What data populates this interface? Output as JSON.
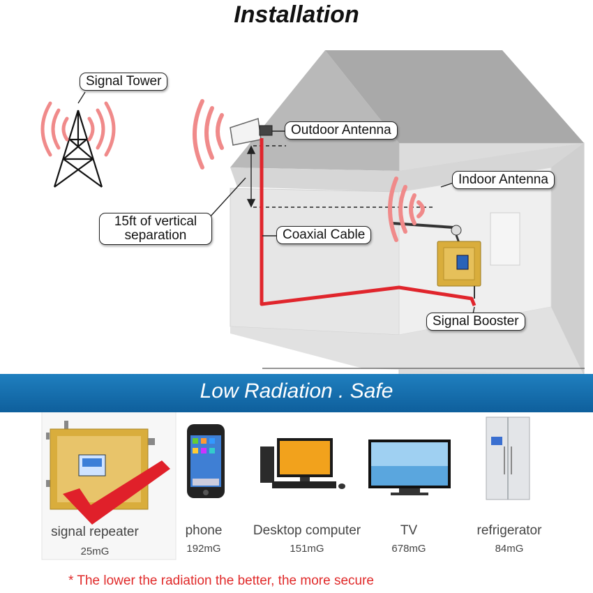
{
  "title": "Installation",
  "callouts": {
    "signal_tower": "Signal Tower",
    "outdoor_antenna": "Outdoor Antenna",
    "indoor_antenna": "Indoor Antenna",
    "separation_line1": "15ft of vertical",
    "separation_line2": "separation",
    "coaxial_cable": "Coaxial Cable",
    "signal_booster": "Signal Booster"
  },
  "banner": "Low Radiation . Safe",
  "products": [
    {
      "name": "signal repeater",
      "value": "25mG"
    },
    {
      "name": "phone",
      "value": "192mG"
    },
    {
      "name": "Desktop computer",
      "value": "151mG"
    },
    {
      "name": "TV",
      "value": "678mG"
    },
    {
      "name": "refrigerator",
      "value": "84mG"
    }
  ],
  "footnote_star": "*",
  "footnote": "The lower the radiation the better, the more secure",
  "colors": {
    "wave": "#f08a8a",
    "cable": "#e0252c",
    "banner": "#1673b4",
    "checkmark": "#e0202a",
    "footnote": "#e02a2a",
    "booster_gold": "#d9ad3c"
  }
}
